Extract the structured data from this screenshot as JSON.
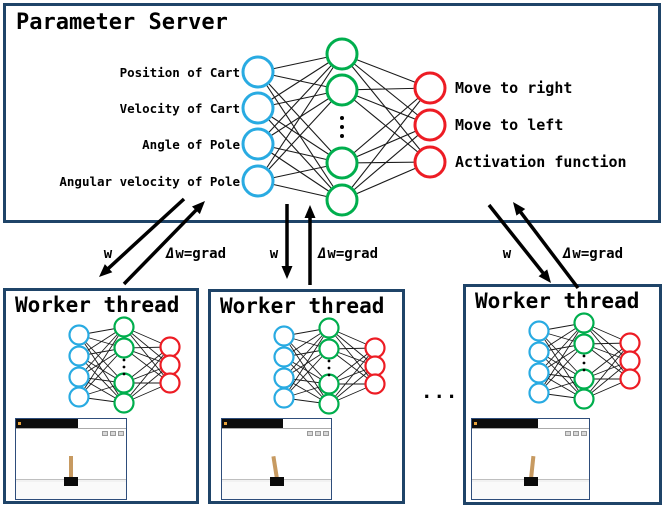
{
  "parameter_server": {
    "title": "Parameter Server",
    "inputs": [
      "Position of Cart",
      "Velocity of Cart",
      "Angle of Pole",
      "Angular velocity of Pole"
    ],
    "outputs": [
      "Move to right",
      "Move to left",
      "Activation function"
    ]
  },
  "workers": [
    {
      "title": "Worker thread"
    },
    {
      "title": "Worker thread"
    },
    {
      "title": "Worker thread"
    }
  ],
  "workers_ellipsis": "...",
  "arrows": {
    "weight_label": "w",
    "grad_delta": "Δ",
    "grad_rest": "w=grad"
  },
  "network": {
    "input_count": 4,
    "hidden_visible_count": 4,
    "output_count": 3,
    "hidden_has_ellipsis": true
  },
  "colors": {
    "input_node": "#29abe2",
    "hidden_node": "#00ae4d",
    "output_node": "#ed1c24",
    "box_border": "#1f4468",
    "connection_line": "#1a1a1a",
    "arrow": "#000000",
    "pole": "#c79a61",
    "cart": "#0a0a0a"
  }
}
